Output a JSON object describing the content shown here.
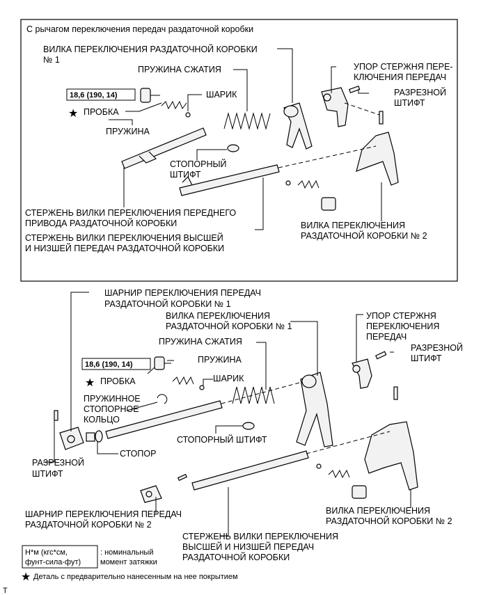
{
  "upper": {
    "title": "С рычагом переключения передач раздаточной коробки",
    "fork1": [
      "ВИЛКА ПЕРЕКЛЮЧЕНИЯ РАЗДАТОЧНОЙ КОРОБКИ",
      "№ 1"
    ],
    "compression_spring": "ПРУЖИНА СЖАТИЯ",
    "ball": "ШАРИК",
    "torque": "18,6 (190, 14)",
    "plug": "ПРОБКА",
    "spring": "ПРУЖИНА",
    "stop_pin": [
      "СТОПОРНЫЙ",
      "ШТИФТ"
    ],
    "shift_rod_stop": [
      "УПОР СТЕРЖНЯ ПЕРЕ-",
      "КЛЮЧЕНИЯ ПЕРЕДАЧ"
    ],
    "slotted_pin": [
      "РАЗРЕЗНОЙ",
      "ШТИФТ"
    ],
    "front_drive_rod": [
      "СТЕРЖЕНЬ ВИЛКИ ПЕРЕКЛЮЧЕНИЯ ПЕРЕДНЕГО",
      "ПРИВОДА РАЗДАТОЧНОЙ КОРОБКИ"
    ],
    "high_low_rod": [
      "СТЕРЖЕНЬ ВИЛКИ ПЕРЕКЛЮЧЕНИЯ ВЫСШЕЙ",
      "И НИЗШЕЙ ПЕРЕДАЧ РАЗДАТОЧНОЙ КОРОБКИ"
    ],
    "fork2": [
      "ВИЛКА ПЕРЕКЛЮЧЕНИЯ",
      "РАЗДАТОЧНОЙ КОРОБКИ № 2"
    ]
  },
  "lower": {
    "hinge1": [
      "ШАРНИР ПЕРЕКЛЮЧЕНИЯ ПЕРЕДАЧ",
      "РАЗДАТОЧНОЙ КОРОБКИ № 1"
    ],
    "fork1": [
      "ВИЛКА ПЕРЕКЛЮЧЕНИЯ",
      "РАЗДАТОЧНОЙ КОРОБКИ № 1"
    ],
    "compression_spring": "ПРУЖИНА СЖАТИЯ",
    "shift_rod_stop": [
      "УПОР СТЕРЖНЯ",
      "ПЕРЕКЛЮЧЕНИЯ",
      "ПЕРЕДАЧ"
    ],
    "slotted_pin_right": [
      "РАЗРЕЗНОЙ",
      "ШТИФТ"
    ],
    "torque": "18,6 (190, 14)",
    "spring": "ПРУЖИНА",
    "plug": "ПРОБКА",
    "ball": "ШАРИК",
    "snap_ring": [
      "ПРУЖИННОЕ",
      "СТОПОРНОЕ",
      "КОЛЬЦО"
    ],
    "stop_pin": "СТОПОРНЫЙ ШТИФТ",
    "stopper": "СТОПОР",
    "slotted_pin_left": [
      "РАЗРЕЗНОЙ",
      "ШТИФТ"
    ],
    "hinge2": [
      "ШАРНИР ПЕРЕКЛЮЧЕНИЯ ПЕРЕДАЧ",
      "РАЗДАТОЧНОЙ КОРОБКИ № 2"
    ],
    "fork2": [
      "ВИЛКА ПЕРЕКЛЮЧЕНИЯ",
      "РАЗДАТОЧНОЙ КОРОБКИ № 2"
    ],
    "high_low_rod": [
      "СТЕРЖЕНЬ ВИЛКИ ПЕРЕКЛЮЧЕНИЯ",
      "ВЫСШЕЙ И НИЗШЕЙ ПЕРЕДАЧ",
      "РАЗДАТОЧНОЙ КОРОБКИ"
    ]
  },
  "legend": {
    "unit": [
      "Н*м (кгс*см,",
      "фунт-сила-фут)"
    ],
    "desc": [
      ": номинальный",
      "момент затяжки"
    ],
    "star_note": "Деталь с предварительно нанесенным на нее покрытием"
  },
  "corner_mark": "T"
}
